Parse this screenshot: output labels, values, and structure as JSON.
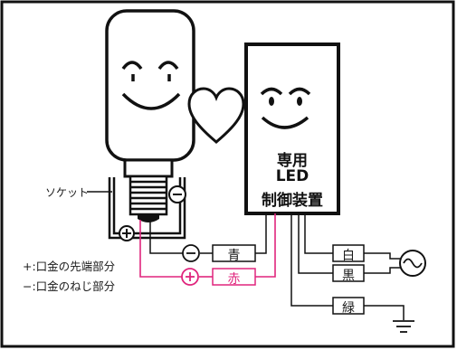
{
  "labels": {
    "socket": "ソケット",
    "plus_legend": "+:口金の先端部分",
    "minus_legend": "−:口金のねじ部分"
  },
  "controller": {
    "line1": "専用",
    "line2": "LED",
    "line3": "制御装置"
  },
  "wires": {
    "blue": "青",
    "red": "赤",
    "white": "白",
    "black": "黒",
    "green": "緑"
  },
  "symbols": {
    "plus": "+",
    "minus": "−"
  },
  "colors": {
    "frame": "#111111",
    "wire": "#1a1a1a",
    "red_wire": "#e0257d",
    "fill": "#ffffff"
  },
  "icons": [
    "smiling-bulb-icon",
    "heart-icon",
    "smiling-controller-face-icon",
    "ac-source-icon",
    "ground-icon"
  ]
}
